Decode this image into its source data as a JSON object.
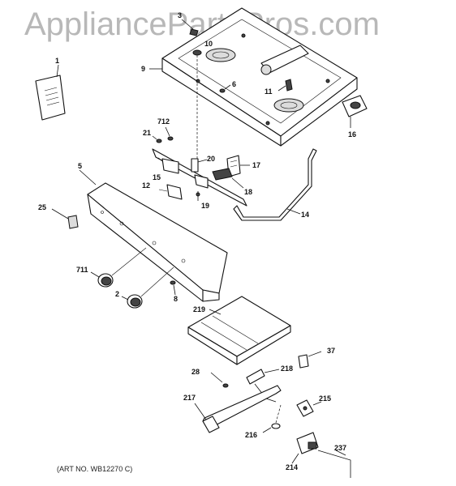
{
  "watermark": "AppliancePartsPros.com",
  "art_number": "(ART NO. WB12270 C)",
  "labels": [
    {
      "id": "1",
      "text": "1"
    },
    {
      "id": "3",
      "text": "3"
    },
    {
      "id": "10",
      "text": "10"
    },
    {
      "id": "9",
      "text": "9"
    },
    {
      "id": "6",
      "text": "6"
    },
    {
      "id": "11",
      "text": "11"
    },
    {
      "id": "16",
      "text": "16"
    },
    {
      "id": "712",
      "text": "712"
    },
    {
      "id": "21",
      "text": "21"
    },
    {
      "id": "20",
      "text": "20"
    },
    {
      "id": "17",
      "text": "17"
    },
    {
      "id": "5",
      "text": "5"
    },
    {
      "id": "15",
      "text": "15"
    },
    {
      "id": "12",
      "text": "12"
    },
    {
      "id": "18",
      "text": "18"
    },
    {
      "id": "19",
      "text": "19"
    },
    {
      "id": "14",
      "text": "14"
    },
    {
      "id": "25",
      "text": "25"
    },
    {
      "id": "711",
      "text": "711"
    },
    {
      "id": "2",
      "text": "2"
    },
    {
      "id": "8",
      "text": "8"
    },
    {
      "id": "219",
      "text": "219"
    },
    {
      "id": "37",
      "text": "37"
    },
    {
      "id": "28",
      "text": "28"
    },
    {
      "id": "218",
      "text": "218"
    },
    {
      "id": "217",
      "text": "217"
    },
    {
      "id": "215",
      "text": "215"
    },
    {
      "id": "216",
      "text": "216"
    },
    {
      "id": "237",
      "text": "237"
    },
    {
      "id": "214",
      "text": "214"
    }
  ]
}
